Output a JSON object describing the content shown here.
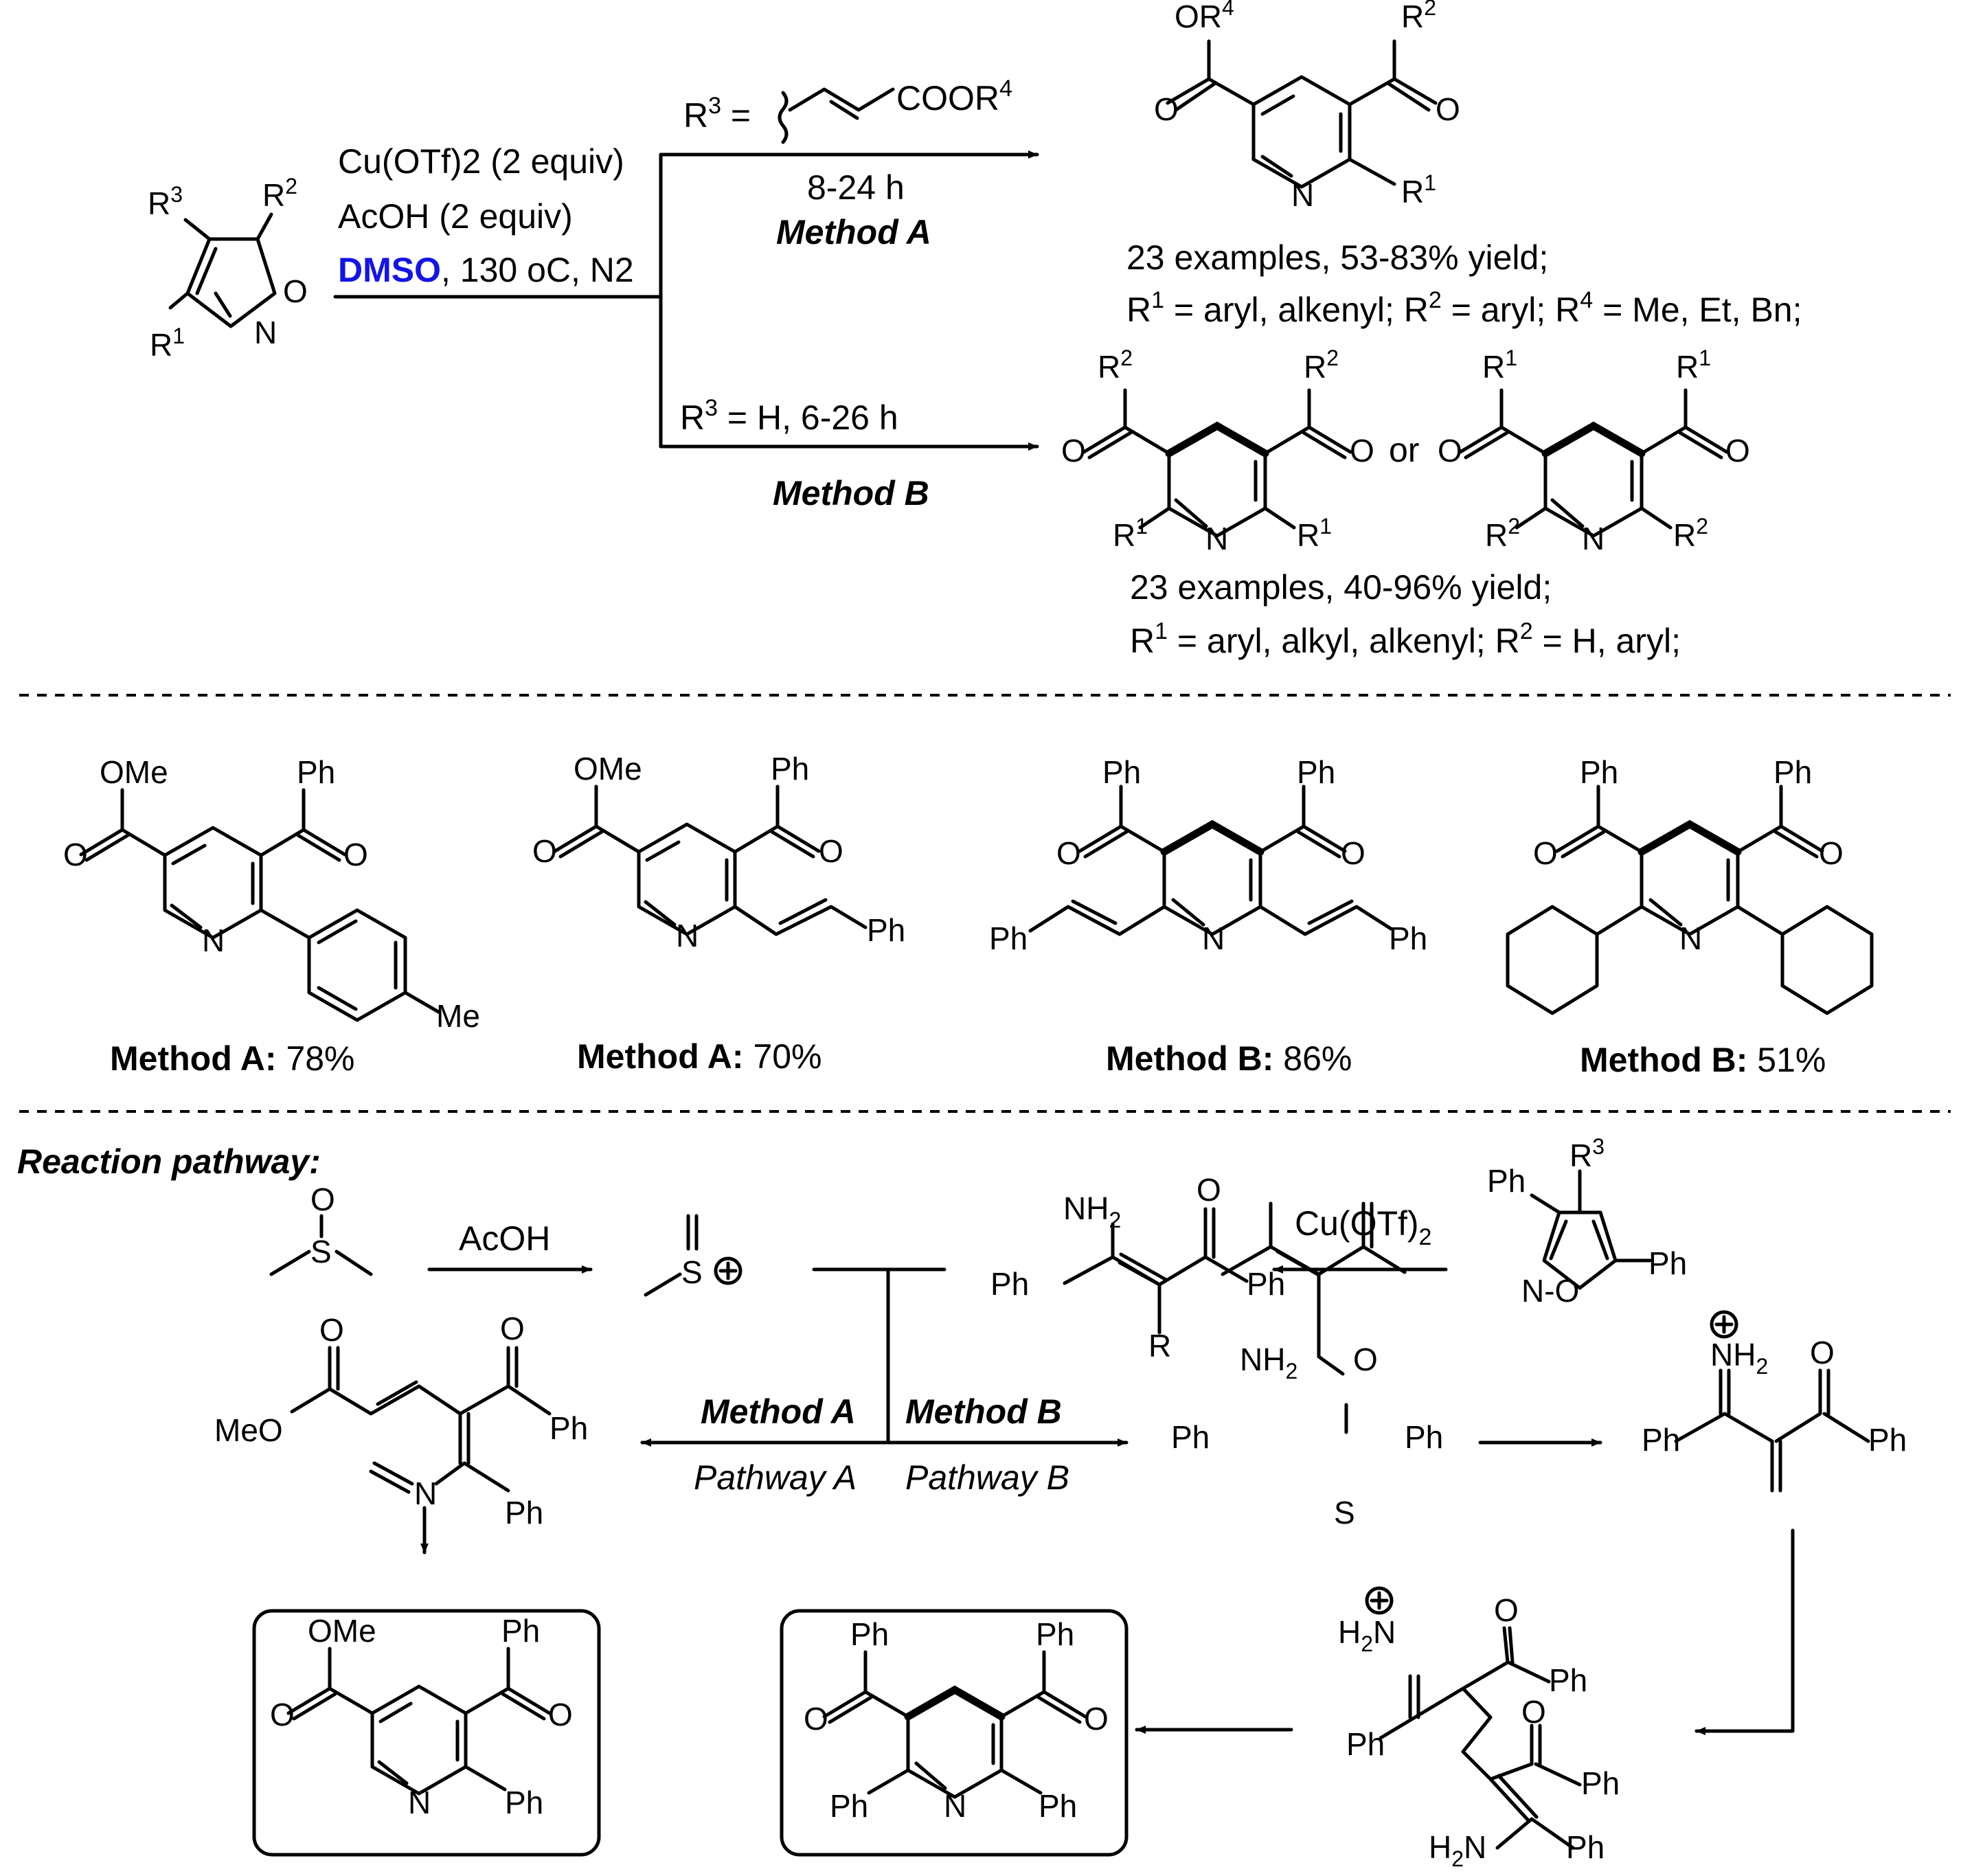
{
  "colors": {
    "dmso": "#1414e6",
    "ink": "#000000",
    "background": "#ffffff"
  },
  "top": {
    "conditions": {
      "line1": "Cu(OTf)2 (2 equiv)",
      "line2": "AcOH (2 equiv)",
      "solvent": "DMSO",
      "line3_rest": ", 130 oC, N2"
    },
    "branch_a": {
      "r3_prefix": "R3 =",
      "r3_group": "COOR4",
      "time": "8-24 h",
      "method": "Method A"
    },
    "branch_b": {
      "r3_prefix": "R3 = H, 6-26 h",
      "method": "Method B"
    },
    "product_a": {
      "examples": "23 examples, 53-83% yield;",
      "scope": "R1 = aryl, alkenyl; R2 = aryl; R4 = Me, Et, Bn;"
    },
    "product_b": {
      "or": "or",
      "examples": "23 examples, 40-96% yield;",
      "scope": "R1 = aryl, alkyl, alkenyl; R2 = H, aryl;"
    }
  },
  "examples": [
    {
      "method": "Method A:",
      "yield": "78%"
    },
    {
      "method": "Method A:",
      "yield": "70%"
    },
    {
      "method": "Method B:",
      "yield": "86%"
    },
    {
      "method": "Method B:",
      "yield": "51%"
    }
  ],
  "pathway": {
    "heading": "Reaction pathway:",
    "acoh": "AcOH",
    "cu": "Cu(OTf)2",
    "method_a": "Method A",
    "method_b": "Method B",
    "pathway_a": "Pathway A",
    "pathway_b": "Pathway B"
  },
  "atoms": {
    "N": "N",
    "O": "O",
    "S": "S",
    "Ph": "Ph",
    "Me": "Me",
    "OMe": "OMe",
    "MeO": "MeO",
    "R": "R",
    "R1": "R1",
    "R2": "R2",
    "R3": "R3",
    "R4": "R4",
    "NH2": "NH2",
    "H2N": "H2N",
    "H2Nplus": "H2N"
  }
}
